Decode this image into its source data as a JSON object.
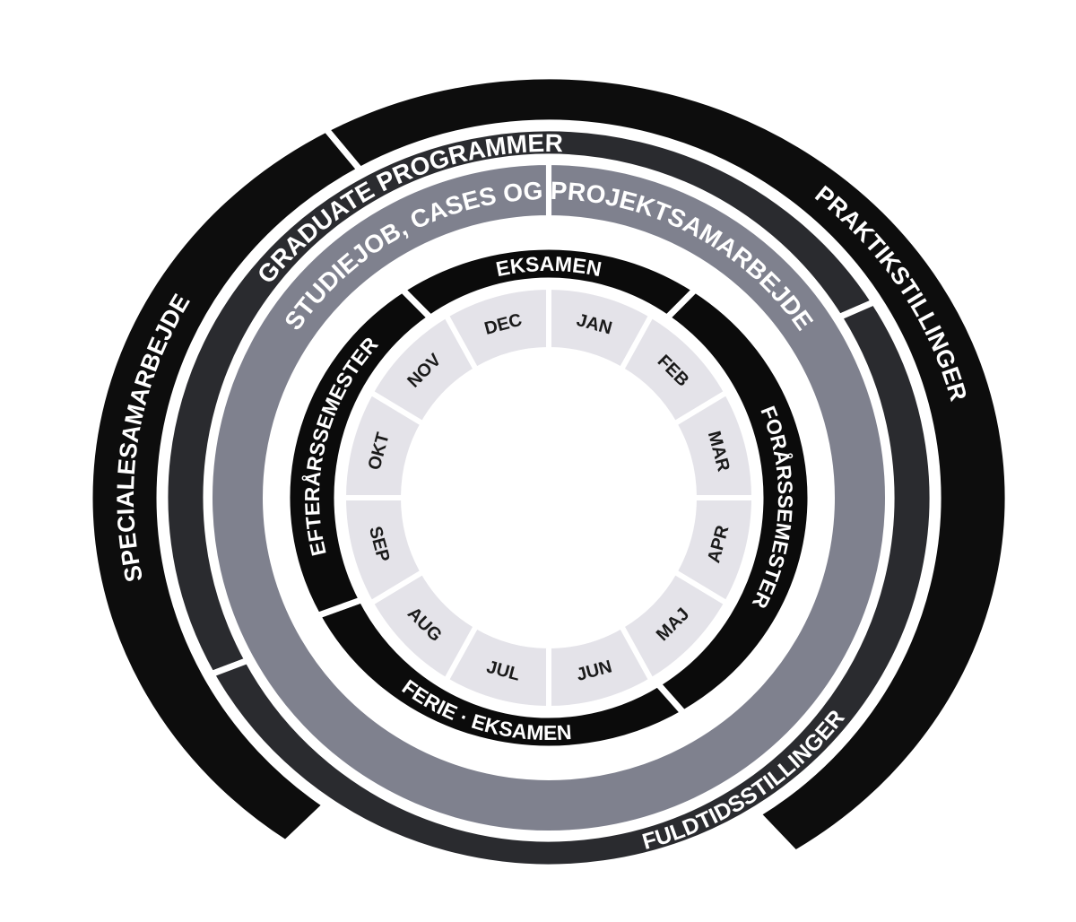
{
  "colors": {
    "outer_band": "#0d0d0d",
    "career_band": "#2a2b2f",
    "study_band": "#7f818e",
    "semester_band": "#0b0b0b",
    "month_band": "#e4e3e9",
    "gap": "#ffffff",
    "label_light": "#ffffff",
    "label_dark": "#1a1a1a"
  },
  "outer_ring": {
    "segments": [
      {
        "id": "specialesamarbejde",
        "label": "SPECIALESAMARBEJDE"
      },
      {
        "id": "praktikstillinger",
        "label": "PRAKTIKSTILLINGER"
      }
    ]
  },
  "career_ring": {
    "segments": [
      {
        "id": "graduate",
        "label": "GRADUATE PROGRAMMER"
      },
      {
        "id": "fuldtid",
        "label": "FULDTIDSSTILLINGER"
      }
    ]
  },
  "study_ring": {
    "label": "STUDIEJOB, CASES OG PROJEKTSAMARBEJDE"
  },
  "semester_ring": {
    "segments": [
      {
        "id": "eksamen",
        "label": "EKSAMEN"
      },
      {
        "id": "foraar",
        "label": "FORÅRSSEMESTER"
      },
      {
        "id": "ferie",
        "label": "FERIE · EKSAMEN"
      },
      {
        "id": "efteraar",
        "label": "EFTERÅRSSEMESTER"
      }
    ]
  },
  "months": [
    "JAN",
    "FEB",
    "MAR",
    "APR",
    "MAJ",
    "JUN",
    "JUL",
    "AUG",
    "SEP",
    "OKT",
    "NOV",
    "DEC"
  ]
}
